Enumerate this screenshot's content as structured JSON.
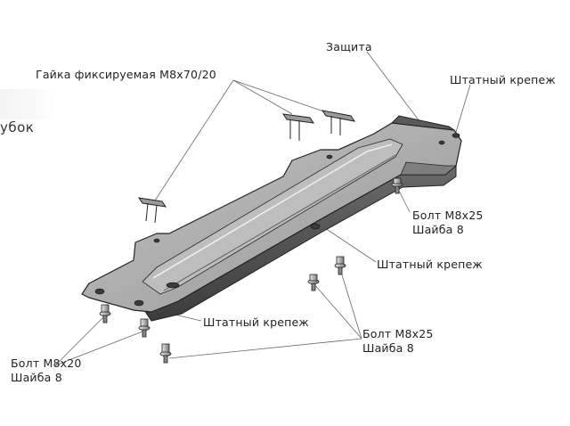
{
  "labels": {
    "guard": "Защита",
    "nut": "Гайка фиксируемая М8х70/20",
    "std_fastener_top": "Штатный крепеж",
    "cropped": "убок",
    "bolt_right_line1": "Болт М8х25",
    "bolt_right_line2": "Шайба 8",
    "std_fastener_mid": "Штатный крепеж",
    "std_fastener_bottom": "Штатный крепеж",
    "bolt_center_line1": "Болт М8х25",
    "bolt_center_line2": "Шайба 8",
    "bolt_left_line1": "Болт М8х20",
    "bolt_left_line2": "Шайба 8"
  }
}
